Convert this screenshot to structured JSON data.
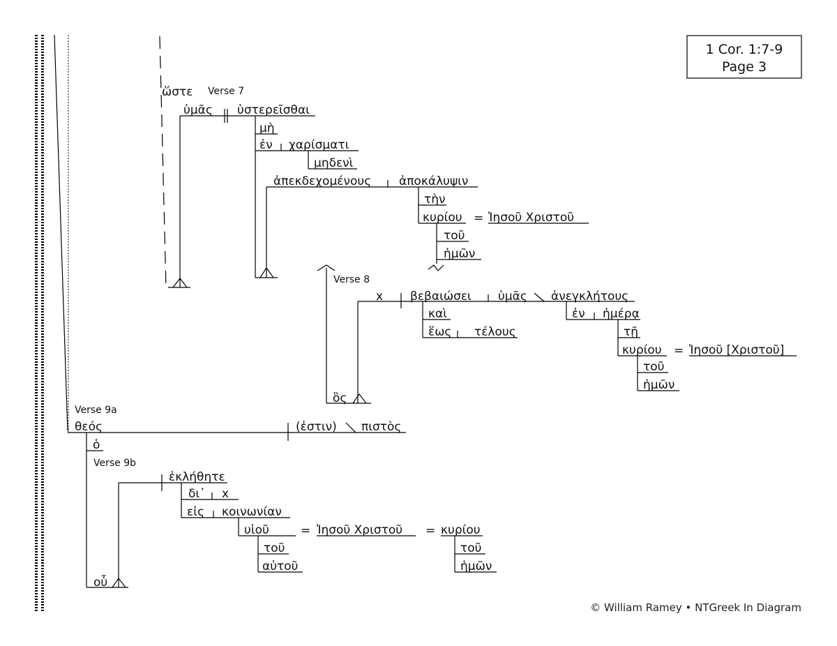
{
  "reference": {
    "line1": "1 Cor. 1:7-9",
    "line2": "Page 3"
  },
  "copyright": "© William Ramey • NTGreek In Diagram",
  "colors": {
    "verb_red": "#e0211f",
    "verb_magenta": "#c0147e",
    "participle_blue": "#1f3fcf",
    "ink": "#111111"
  },
  "verses": {
    "v7": "Verse 7",
    "v8": "Verse 8",
    "v9a": "Verse 9a",
    "v9b": "Verse 9b"
  },
  "words": {
    "hoste": "ὥστε",
    "humas1": "ὑμᾶς",
    "hustereisthai": "ὑστερεῖσθαι",
    "me": "μὴ",
    "en1": "ἐν",
    "charismati": "χαρίσματι",
    "medeni": "μηδενὶ",
    "apekdechomenous": "ἀπεκδεχομένους",
    "apokalupsin": "ἀποκάλυψιν",
    "ten": "τὴν",
    "kuriou1": "κυρίου",
    "eq1": "=",
    "iesou_christou1": "Ἰησοῦ Χριστοῦ",
    "tou1": "τοῦ",
    "hemon1": "ἡμῶν",
    "x1": "x",
    "bebaiosei": "βεβαιώσει",
    "humas2": "ὑμᾶς",
    "anegkletous": "ἀνεγκλήτους",
    "kai": "καὶ",
    "heos": "ἕως",
    "telous": "τέλους",
    "en2": "ἐν",
    "hemera": "ἡμέρᾳ",
    "te": "τῇ",
    "kuriou2": "κυρίου",
    "eq2": "=",
    "iesou_christou2": "Ἰησοῦ [Χριστοῦ]",
    "tou2": "τοῦ",
    "hemon2": "ἡμῶν",
    "hos": "ὃς",
    "theos": "θεός",
    "estin": "(ἐστιν)",
    "pistos": "πιστὸς",
    "ho": "ὁ",
    "eklethete": "ἐκλήθητε",
    "di": "δι᾽",
    "x2": "x",
    "eis": "εἰς",
    "koinonian": "κοινωνίαν",
    "huiou": "υἱοῦ",
    "eq3": "=",
    "iesou_christou3": "Ἰησοῦ Χριστοῦ",
    "eq4": "=",
    "kuriou3": "κυρίου",
    "tou3": "τοῦ",
    "autou": "αὐτοῦ",
    "tou4": "τοῦ",
    "hemon3": "ἡμῶν",
    "hou": "οὗ"
  }
}
